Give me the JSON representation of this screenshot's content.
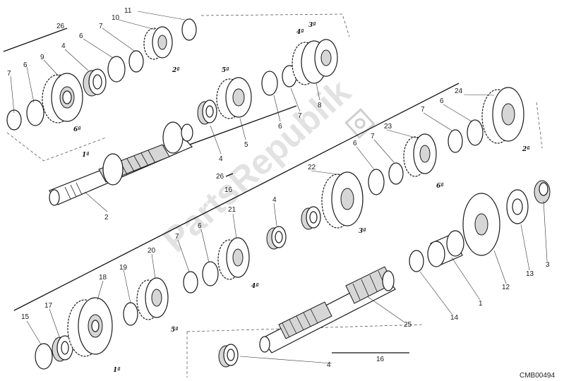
{
  "diagram_code": "CMB00494",
  "watermark": "PartsRepublik",
  "gear_labels": [
    "1ª",
    "2ª",
    "3ª",
    "4ª",
    "5ª",
    "6ª"
  ],
  "callouts": [
    "1",
    "2",
    "3",
    "4",
    "5",
    "6",
    "7",
    "8",
    "9",
    "10",
    "11",
    "12",
    "13",
    "14",
    "15",
    "16",
    "17",
    "18",
    "19",
    "20",
    "21",
    "22",
    "23",
    "24",
    "25",
    "26"
  ]
}
